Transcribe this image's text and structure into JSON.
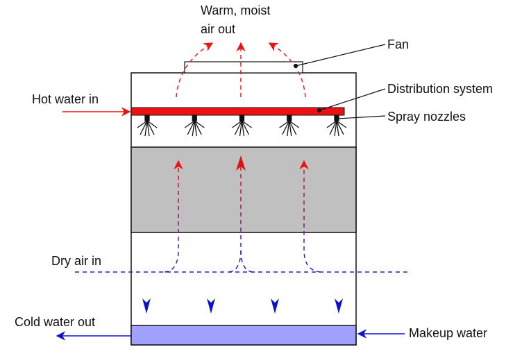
{
  "title": "Cooling tower schematic",
  "labels": {
    "warm_air_line1": "Warm, moist",
    "warm_air_line2": "air out",
    "fan": "Fan",
    "distribution_system": "Distribution system",
    "spray_nozzles": "Spray nozzles",
    "hot_water_in": "Hot water in",
    "dry_air_in": "Dry air in",
    "cold_water_out": "Cold water out",
    "makeup_water": "Makeup water"
  },
  "colors": {
    "hot": "#ee1111",
    "cold": "#1111cc",
    "fill_media": "#c0c0c0",
    "basin_water": "#a0a0ff",
    "outline": "#111111"
  },
  "components": {
    "nozzle_count": 5,
    "water_streams_down": 4,
    "air_streams_up": 3,
    "exhaust_arrows": 3
  }
}
